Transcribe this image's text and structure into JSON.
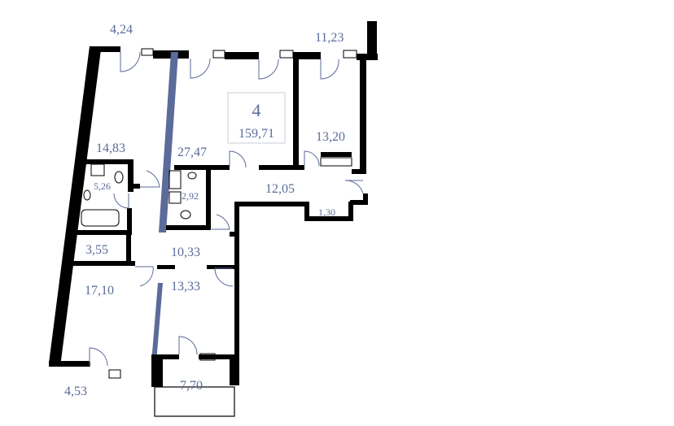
{
  "apartment": {
    "rooms": "4",
    "total_area": "159,71"
  },
  "areas": {
    "balcony_top_left": "4,24",
    "balcony_top_right": "11,23",
    "room_left_top": "14,83",
    "living": "27,47",
    "bedroom_right": "13,20",
    "bath": "5,26",
    "wc": "2,92",
    "hall": "12,05",
    "closet": "1,30",
    "corridor": "10,33",
    "storage": "3,55",
    "room_left_bottom": "17,10",
    "room_middle_bottom": "13,33",
    "balcony_bottom_left": "4,53",
    "balcony_bottom": "7,70"
  },
  "colors": {
    "label": "#5b6b9a",
    "wall": "#000000",
    "partition_accent": "#5b6b9a",
    "badge_border": "#c8cdd9"
  }
}
